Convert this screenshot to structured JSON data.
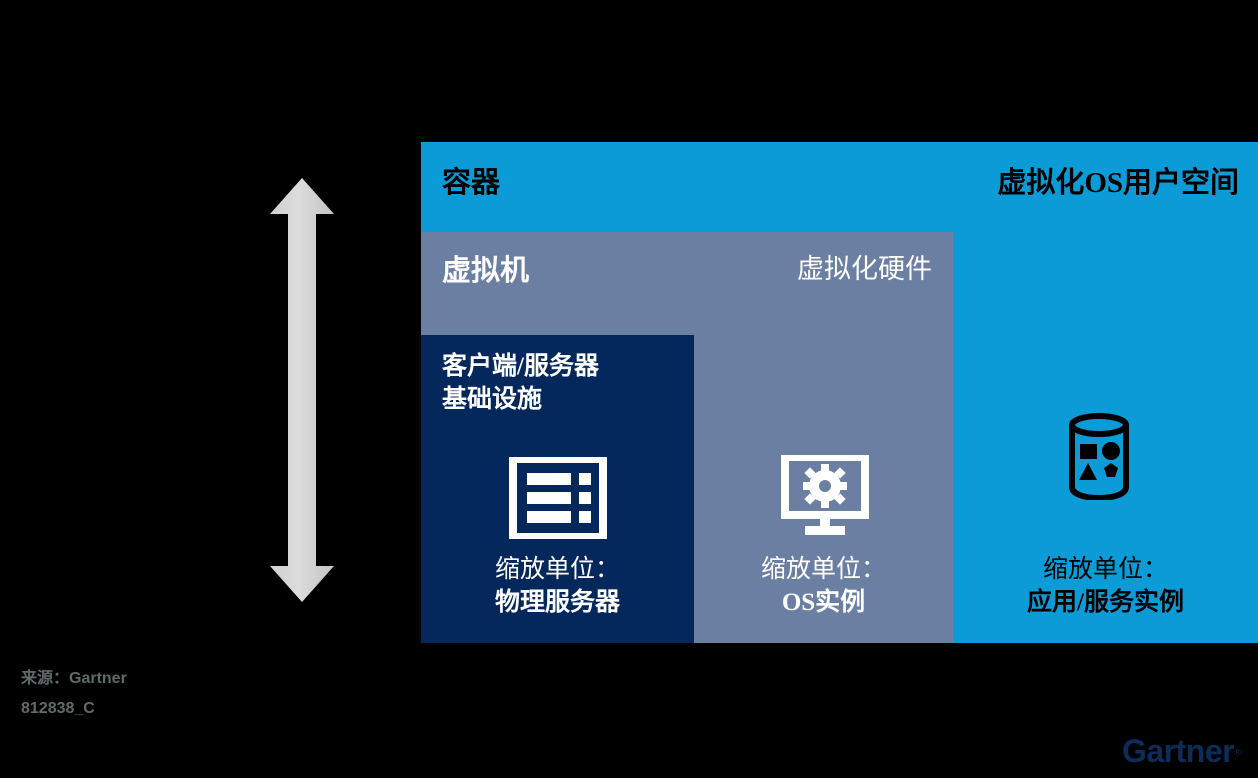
{
  "diagram": {
    "bands": [
      {
        "id": "container",
        "label": "容器",
        "color": "#0b9bd7"
      },
      {
        "id": "virtual-machine",
        "label": "虚拟机",
        "color": "#6b7fa3"
      },
      {
        "id": "client-server",
        "label": "客户端/服务器\n基础设施",
        "color": "#04285c"
      }
    ],
    "band_labels": {
      "container": "容器",
      "virtualized_os_user_space": "虚拟化OS用户空间",
      "virtual_machine": "虚拟机",
      "virtualized_hardware": "虚拟化硬件",
      "client_server_line1": "客户端/服务器",
      "client_server_line2": "基础设施"
    },
    "columns": [
      {
        "id": "physical",
        "icon": "server-rack-icon",
        "scale_unit_label": "缩放单位：",
        "scale_unit_value": "物理服务器",
        "color": "#04285c"
      },
      {
        "id": "os-instance",
        "icon": "monitor-gear-icon",
        "scale_unit_label": "缩放单位：",
        "scale_unit_value": "OS实例",
        "color": "#6b7fa3"
      },
      {
        "id": "app-service-instance",
        "icon": "database-shapes-icon",
        "scale_unit_label": "缩放单位：",
        "scale_unit_value": "应用/服务实例",
        "color": "#0b9bd7"
      }
    ],
    "arrow": {
      "icon": "double-headed-vertical-arrow-icon",
      "color": "#d4d4d4"
    }
  },
  "footer": {
    "source": "来源：Gartner",
    "id": "812838_C"
  },
  "logo": {
    "text": "Gartner",
    "registered_mark": "®",
    "color": "#0c2c5a"
  },
  "colors": {
    "background": "#000000",
    "cyan": "#0b9bd7",
    "slate": "#6b7fa3",
    "navy": "#04285c",
    "arrow_gray": "#d4d4d4",
    "footer_gray": "#5f6b6b"
  }
}
